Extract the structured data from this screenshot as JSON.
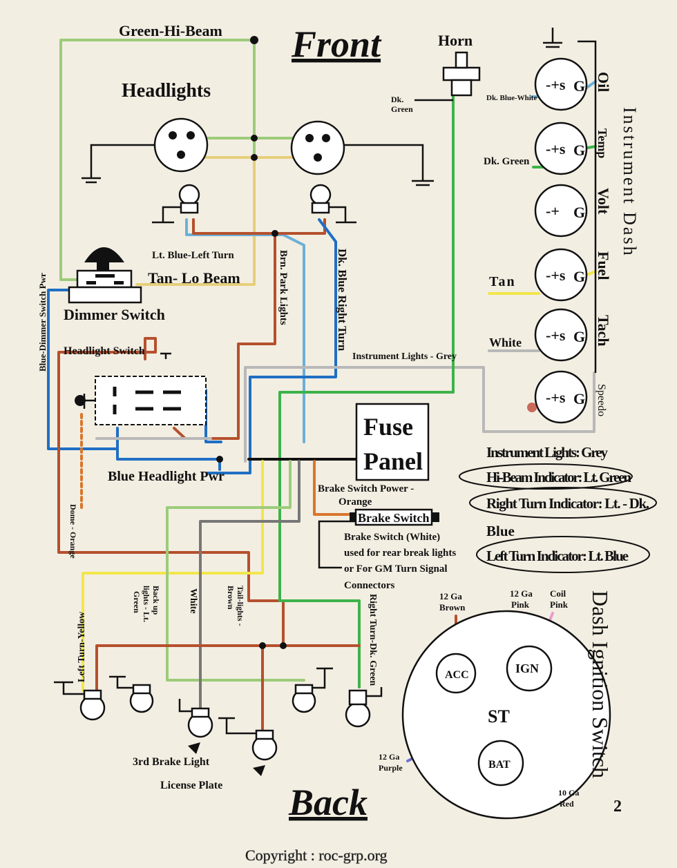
{
  "titles": {
    "front": "Front",
    "back": "Back",
    "page_number": "2",
    "copyright": "Copyright : roc-grp.org"
  },
  "front": {
    "green_hi_beam": "Green-Hi-Beam",
    "headlights": "Headlights",
    "horn": "Horn",
    "dk_green_1": "Dk.",
    "dk_green_2": "Green",
    "lt_blue_left_turn": "Lt. Blue-Left Turn",
    "tan_lo_beam": "Tan- Lo Beam",
    "dimmer_switch": "Dimmer Switch",
    "blue_dimmer_switch_pwr": "Blue-Dimmer Switch Pwr",
    "brn_park_lights": "Brn. Park Lights",
    "dk_blue_right_turn": "Dk. Blue Right Turn",
    "headlight_switch": "Headlight Switch",
    "instrument_lights_grey": "Instrument Lights - Grey",
    "blue_headlight_pwr": "Blue Headlight Pwr",
    "dome_orange": "Dome - Orange",
    "fuse_1": "Fuse",
    "fuse_2": "Panel",
    "brake_switch_power": "Brake Switch Power -",
    "brake_switch_power_2": "Orange",
    "brake_switch": "Brake Switch",
    "brake_note_1": "Brake Switch (White)",
    "brake_note_2": "used for rear break lights",
    "brake_note_3": "or For GM Turn Signal",
    "brake_note_4": "Connectors"
  },
  "dash": {
    "title": "Instrument Dash",
    "gauges": [
      "Oil",
      "Temp",
      "Volt",
      "Fuel",
      "Tach",
      "Speedo"
    ],
    "wire_dk_blue_white": "Dk. Blue-White",
    "wire_dk_green": "Dk. Green",
    "wire_tan": "Tan",
    "wire_white": "White",
    "legend": [
      "Instrument Lights: Grey",
      "Hi-Beam Indicator: Lt. Green",
      "Right Turn Indicator: Lt. - Dk.",
      "Blue",
      "Left Turn Indicator: Lt. Blue"
    ]
  },
  "ignition": {
    "title": "Dash Ignition Switch",
    "acc": "ACC",
    "ign": "IGN",
    "st": "ST",
    "bat": "BAT",
    "brown_1": "12 Ga",
    "brown_2": "Brown",
    "pink_1": "12 Ga",
    "pink_2": "Pink",
    "coil_1": "Coil",
    "coil_2": "Pink",
    "purple_1": "12 Ga",
    "purple_2": "Purple",
    "red_1": "10 Ga",
    "red_2": "Red"
  },
  "rear": {
    "left_turn_yellow": "Left Turn-Yellow",
    "backup_1": "Back up",
    "backup_2": "lights - Lt.",
    "backup_3": "Green",
    "white": "White",
    "tail_1": "Tail-lights -",
    "tail_2": "Brown",
    "right_turn_dk_green": "Right Turn-Dk. Green",
    "third_brake_light": "3rd Brake Light",
    "license_plate": "License Plate"
  },
  "colors": {
    "green": "#3cb34a",
    "lt_green": "#9ccc7a",
    "blue": "#1f6fc4",
    "lt_blue": "#6ab0d8",
    "brown": "#b5502d",
    "tan": "#e6cf7a",
    "yellow": "#f2e64a",
    "grey": "#b8b8b8",
    "orange": "#d9762c",
    "pink": "#e79ccf",
    "purple": "#6b6fd0",
    "red": "#b83221"
  }
}
